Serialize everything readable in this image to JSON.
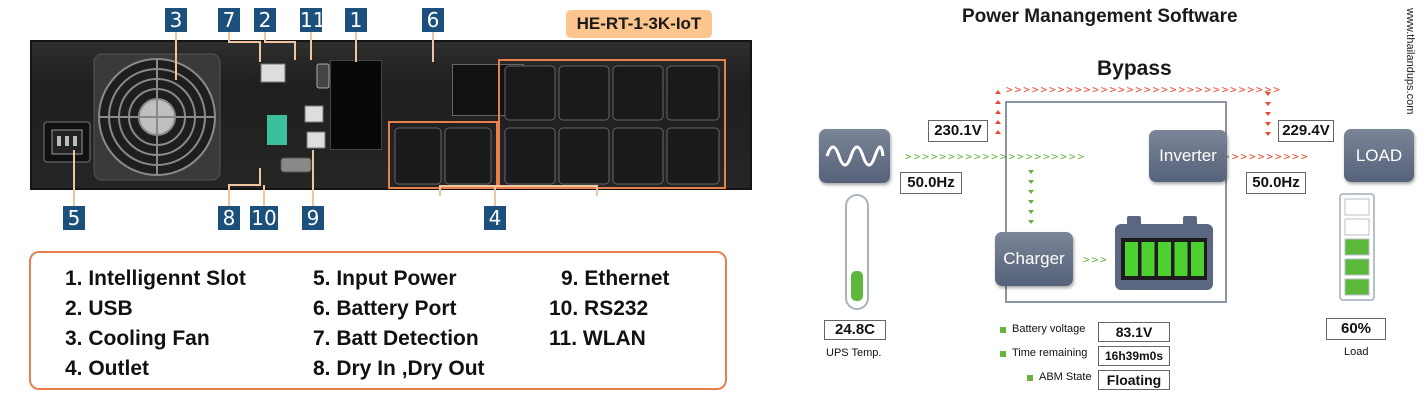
{
  "device": {
    "model": "HE-RT-1-3K-IoT",
    "callouts": [
      "3",
      "7",
      "2",
      "11",
      "1",
      "6",
      "5",
      "8",
      "10",
      "9",
      "4"
    ]
  },
  "legend": {
    "items": [
      "1. Intelligennt Slot",
      "2. USB",
      "3. Cooling Fan",
      "4. Outlet",
      "5. Input Power",
      "6. Battery Port",
      "7. Batt Detection",
      "8. Dry In ,Dry Out",
      "9. Ethernet",
      "10. RS232",
      "11. WLAN"
    ]
  },
  "software": {
    "title": "Power Manangement Software",
    "bypass_label": "Bypass",
    "inverter_label": "Inverter",
    "charger_label": "Charger",
    "load_label": "LOAD",
    "input_voltage": "230.1V",
    "input_freq": "50.0Hz",
    "output_voltage": "229.4V",
    "output_freq": "50.0Hz",
    "ups_temp": "24.8C",
    "ups_temp_label": "UPS Temp.",
    "load_percent": "60%",
    "load_caption": "Load",
    "temp_level": 0.3,
    "load_level": 0.6,
    "status": [
      {
        "label": "Battery voltage",
        "value": "83.1V"
      },
      {
        "label": "Time remaining",
        "value": "16h39m0s"
      },
      {
        "label": "ABM State",
        "value": "Floating"
      }
    ],
    "colors": {
      "bypass_arrow": "#e8492b",
      "flow_arrow": "#6ab13d",
      "battery_cell": "#4cd12e",
      "accent": "#1b4f7c"
    }
  },
  "watermark": "www.thailandups.com"
}
